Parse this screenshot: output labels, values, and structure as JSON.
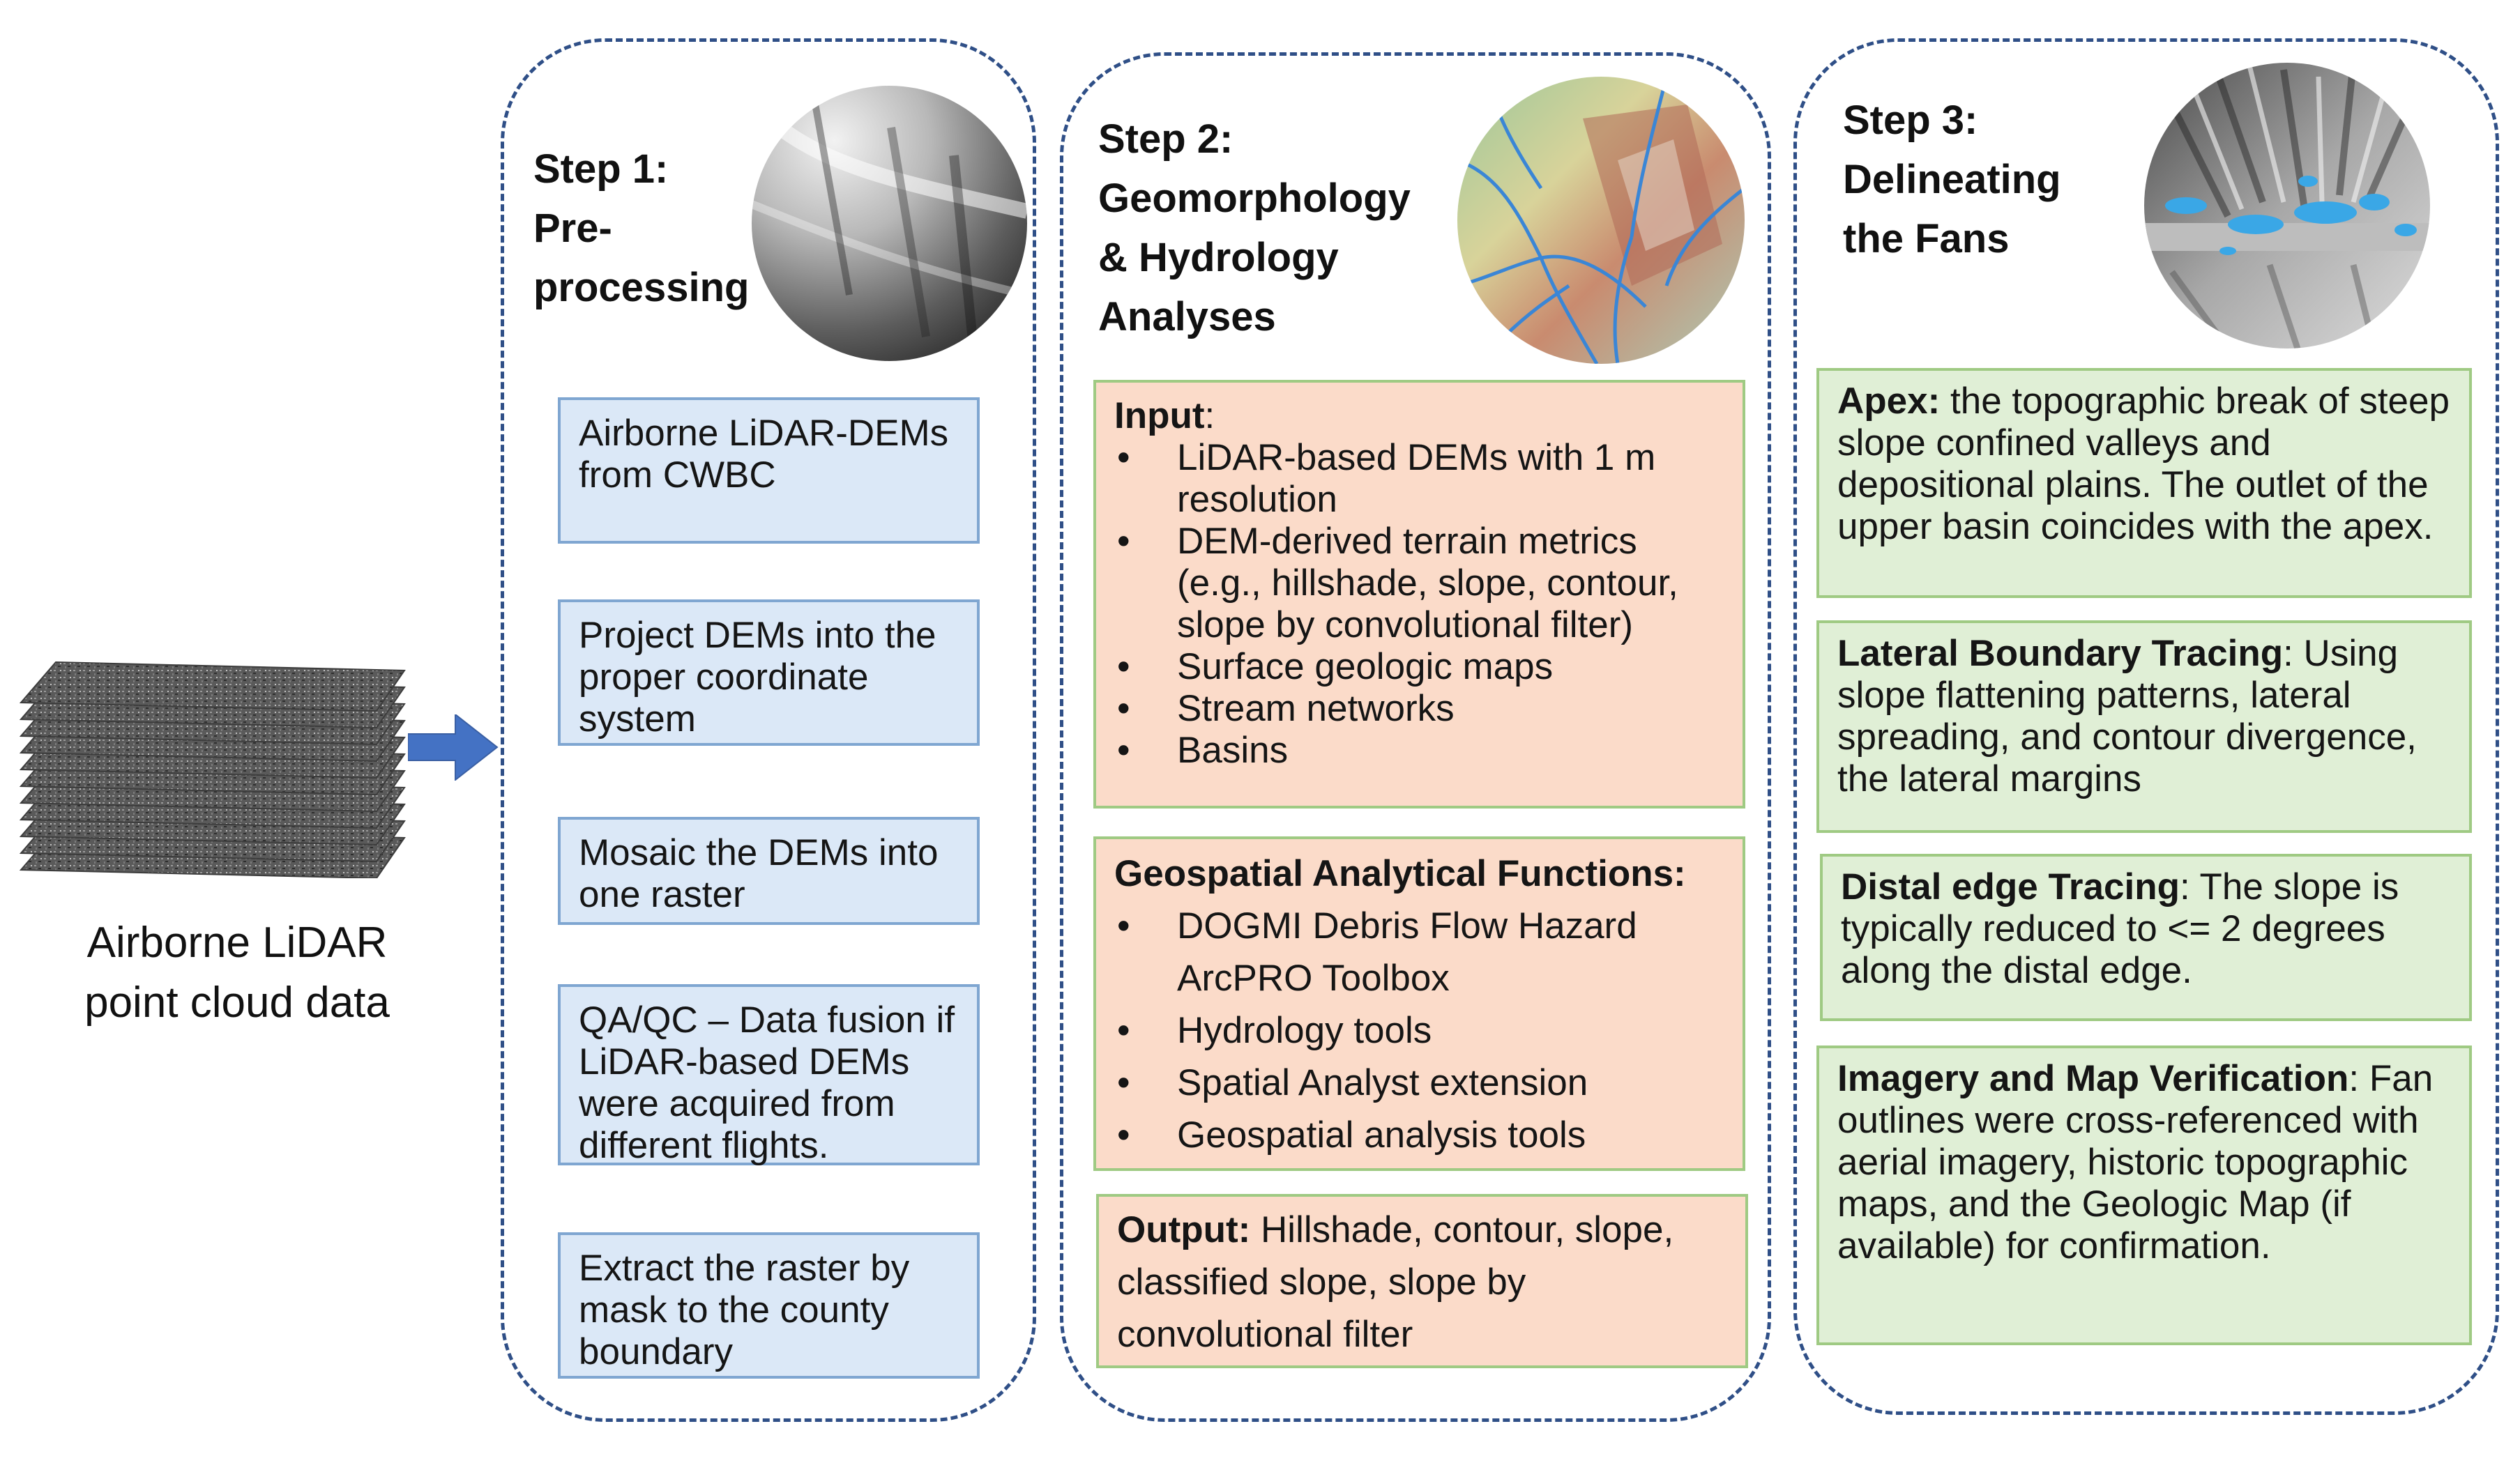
{
  "source_label": {
    "line1": "Airborne LiDAR",
    "line2": "point cloud data"
  },
  "step1": {
    "title_lines": [
      "Step 1:",
      "Pre-",
      "processing"
    ],
    "boxes": [
      "Airborne LiDAR-DEMs from CWBC",
      "Project DEMs into the proper coordinate system",
      "Mosaic the DEMs into one raster",
      "QA/QC – Data fusion if LiDAR-based DEMs were acquired from different flights.",
      "Extract the raster by mask to the county boundary"
    ]
  },
  "step2": {
    "title_lines": [
      "Step 2:",
      "Geomorphology",
      "& Hydrology",
      "Analyses"
    ],
    "input": {
      "heading": "Input",
      "heading_suffix": ":",
      "items": [
        "LiDAR-based DEMs with 1 m resolution",
        "DEM-derived terrain metrics (e.g., hillshade, slope, contour, slope by convolutional filter)",
        "Surface geologic maps",
        "Stream networks",
        "Basins"
      ]
    },
    "functions": {
      "heading": "Geospatial Analytical Functions:",
      "items": [
        "DOGMI Debris Flow Hazard ArcPRO Toolbox",
        "Hydrology tools",
        "Spatial Analyst extension",
        "Geospatial analysis tools"
      ]
    },
    "output": {
      "heading": "Output:",
      "text": " Hillshade, contour, slope, classified slope, slope by convolutional filter"
    }
  },
  "step3": {
    "title_lines": [
      "Step 3:",
      "Delineating",
      "the Fans"
    ],
    "boxes": [
      {
        "heading": "Apex:",
        "text": " the topographic break of steep slope confined valleys and depositional plains. The outlet of the upper basin coincides with the apex."
      },
      {
        "heading": "Lateral Boundary Tracing",
        "text": ": Using slope flattening patterns, lateral spreading, and contour divergence, the lateral margins"
      },
      {
        "heading": "Distal edge Tracing",
        "text": ": The slope is typically reduced to <= 2 degrees along the distal edge."
      },
      {
        "heading": "Imagery and Map Verification",
        "text": ": Fan outlines were cross-referenced with aerial imagery, historic topographic maps, and the Geologic Map (if available) for confirmation."
      }
    ]
  },
  "colors": {
    "panel_border": "#2f4f87",
    "arrow": "#4472c4",
    "blue_box": "#dbe8f7",
    "orange_box": "#fbdbc9",
    "green_box": "#e0efd6",
    "water": "#3aa7e6"
  }
}
